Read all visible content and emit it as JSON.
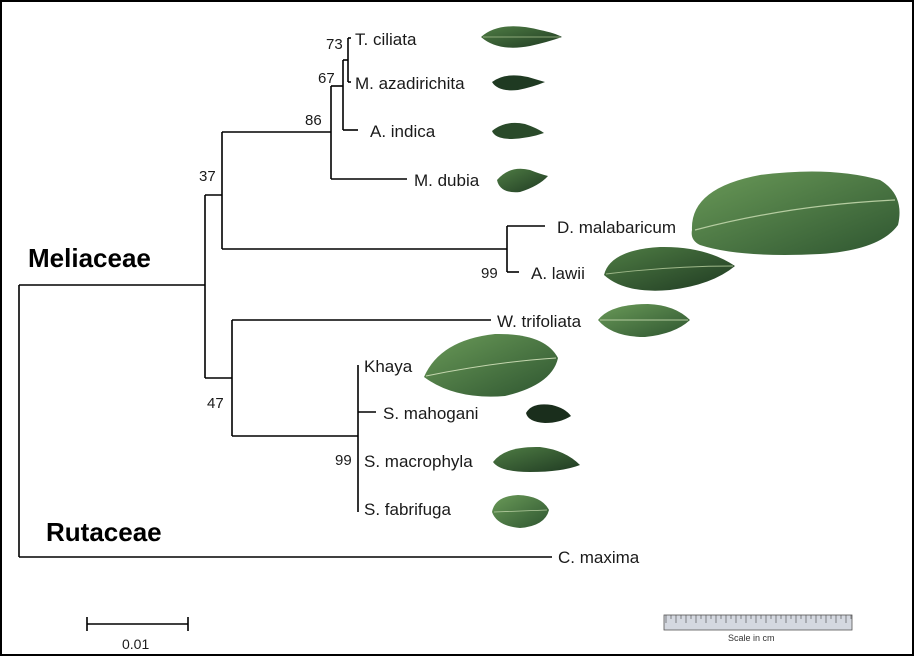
{
  "families": {
    "meliaceae": "Meliaceae",
    "rutaceae": "Rutaceae"
  },
  "taxa": {
    "t_ciliata": "T. ciliata",
    "m_azadirichita": "M. azadirichita",
    "a_indica": "A. indica",
    "m_dubia": "M. dubia",
    "d_malabaricum": "D. malabaricum",
    "a_lawii": "A. lawii",
    "w_trifoliata": "W. trifoliata",
    "khaya": "Khaya",
    "s_mahogani": "S. mahogani",
    "s_macrophyla": "S. macrophyla",
    "s_fabrifuga": "S. fabrifuga",
    "c_maxima": "C. maxima"
  },
  "bootstrap": {
    "n73": "73",
    "n67": "67",
    "n86": "86",
    "n37": "37",
    "n99a": "99",
    "n47": "47",
    "n99b": "99"
  },
  "scale_bar": {
    "label": "0.01"
  },
  "ruler": {
    "caption": "Scale in cm"
  },
  "colors": {
    "leaf_dark": "#1f3a22",
    "leaf_mid": "#3d6b3a",
    "leaf_light": "#5c8a4e",
    "frame": "#000000"
  }
}
